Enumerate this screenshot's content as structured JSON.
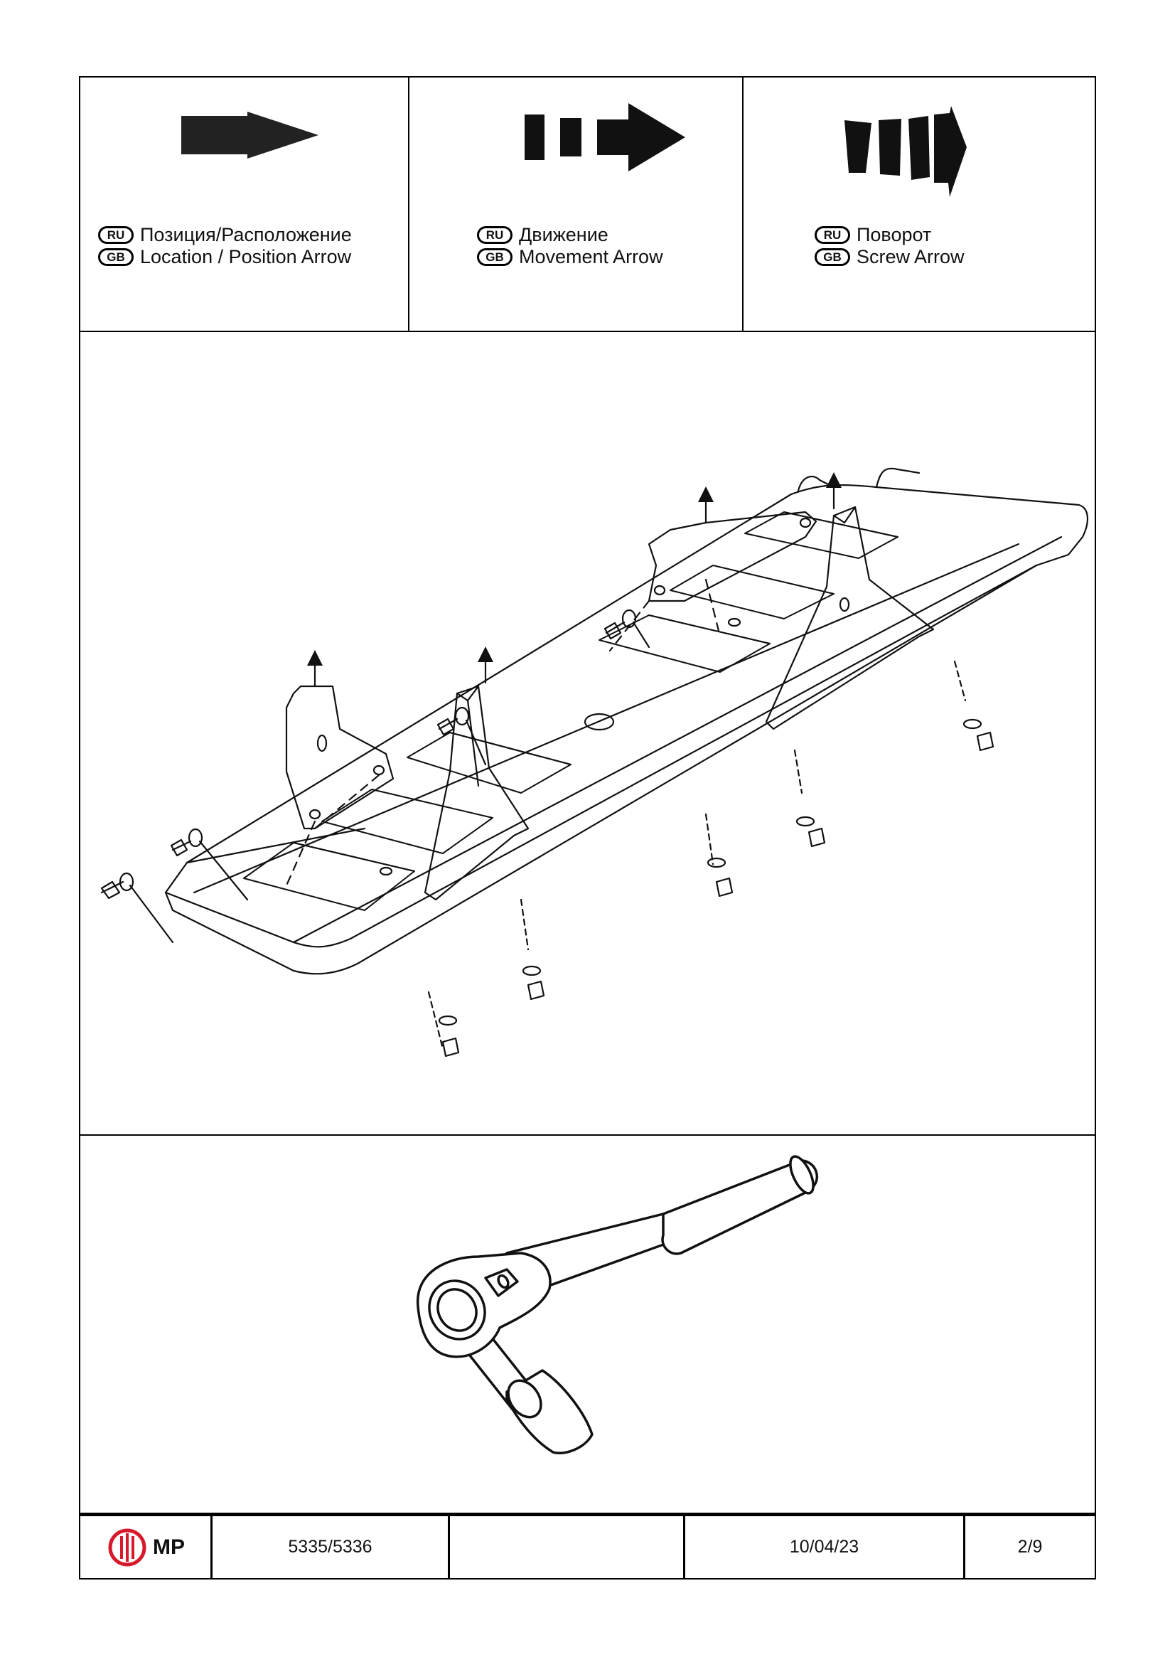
{
  "legend": [
    {
      "icon": "location-arrow-icon",
      "ru_code": "RU",
      "ru_text": "Позиция/Расположение",
      "gb_code": "GB",
      "gb_text": "Location  / Position Arrow"
    },
    {
      "icon": "movement-arrow-icon",
      "ru_code": "RU",
      "ru_text": "Движение",
      "gb_code": "GB",
      "gb_text": "Movement Arrow"
    },
    {
      "icon": "screw-arrow-icon",
      "ru_code": "RU",
      "ru_text": "Поворот",
      "gb_code": "GB",
      "gb_text": "Screw Arrow"
    }
  ],
  "illustrations": {
    "assembly": "skid-plate-assembly-drawing",
    "tool": "ratchet-wrench-drawing"
  },
  "footer": {
    "logo_text": "MP",
    "logo_color": "#d6192b",
    "part_number": "5335/5336",
    "blank": "",
    "date": "10/04/23",
    "page": "2/9"
  }
}
